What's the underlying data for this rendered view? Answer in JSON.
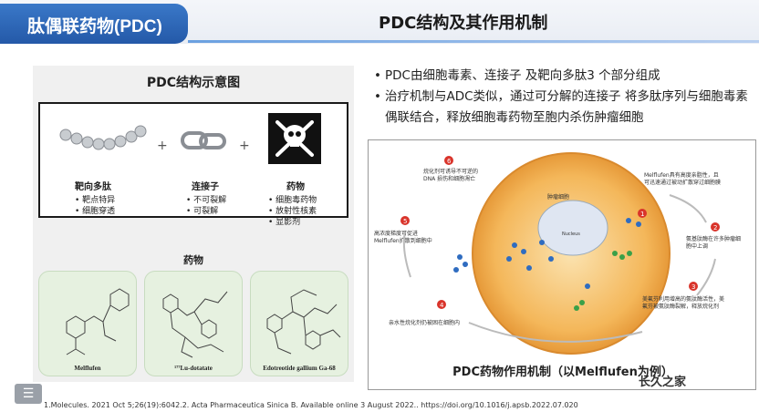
{
  "header": {
    "tab_title": "肽偶联药物(PDC)",
    "title": "PDC结构及其作用机制"
  },
  "left": {
    "title": "PDC结构示意图",
    "components": [
      {
        "name": "靶向多肽",
        "items": [
          "靶点特异",
          "细胞穿透"
        ]
      },
      {
        "name": "连接子",
        "items": [
          "不可裂解",
          "可裂解"
        ]
      },
      {
        "name": "药物",
        "items": [
          "细胞毒药物",
          "放射性核素",
          "显影剂"
        ]
      }
    ],
    "plus": "+",
    "drugs_title": "药物",
    "drugs": [
      "Melflufen",
      "¹⁷⁷Lu-dotatate",
      "Edotreotide gallium Ga-68"
    ]
  },
  "bullets": [
    "PDC由细胞毒素、连接子 及靶向多肽3 个部分组成",
    "治疗机制与ADC类似，通过可分解的连接子 将多肽序列与细胞毒素偶联结合，释放细胞毒药物至胞内杀伤肿瘤细胞"
  ],
  "mechanism": {
    "caption": "PDC药物作用机制（以Melflufen为例）",
    "cell_label": "肿瘤细胞",
    "nucleus_label": "Nucleus",
    "steps": [
      {
        "num": "1",
        "text1": "Melflufen具有高度亲脂性，且",
        "text2": "可迅速通过被动扩散穿过细胞膜"
      },
      {
        "num": "2",
        "text1": "氨基肽酶在许多肿瘤细",
        "text2": "胞中上调"
      },
      {
        "num": "3",
        "text1": "美氟芬利用增高的氨肽酶活性，美",
        "text2": "氟芬被氨肽酶裂解，释放烷化剂"
      },
      {
        "num": "4",
        "text1": "亲水性烷化剂仍被困在细胞内",
        "text2": ""
      },
      {
        "num": "5",
        "text1": "高浓度梯度可促进",
        "text2": "Melflufen扩散到细胞中"
      },
      {
        "num": "6",
        "text1": "烷化剂可诱导不可逆的",
        "text2": "DNA 损伤和细胞凋亡"
      }
    ]
  },
  "footer": "1.Molecules. 2021 Oct 5;26(19):6042.2. Acta Pharmaceutica Sinica B. Available online 3 August 2022.. https://doi.org/10.1016/j.apsb.2022.07.020",
  "watermark": "长久之家",
  "colors": {
    "accent": "#2459a8",
    "step_red": "#d9342b",
    "cell": "#f3b04a"
  }
}
